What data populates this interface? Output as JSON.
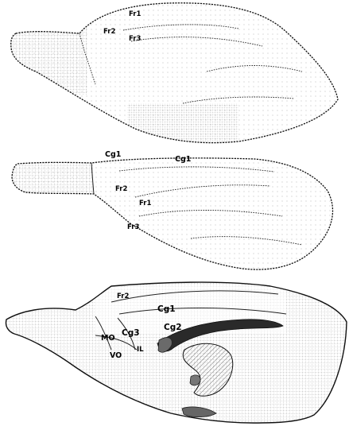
{
  "panels": [
    {
      "id": "top",
      "labels": {
        "fr1": "Fr1",
        "fr2": "Fr2",
        "fr3": "Fr3"
      }
    },
    {
      "id": "middle",
      "labels": {
        "cg1_left": "Cg1",
        "cg1_right": "Cg1",
        "fr2": "Fr2",
        "fr1": "Fr1",
        "fr3": "Fr3"
      }
    },
    {
      "id": "bottom",
      "labels": {
        "fr2": "Fr2",
        "cg1": "Cg1",
        "mo": "MO",
        "cg3": "Cg3",
        "cg2": "Cg2",
        "vo": "VO",
        "il": "IL"
      }
    }
  ],
  "colors": {
    "outline": "#111111",
    "hatch": "#666666",
    "shaded": "#555555",
    "background": "#ffffff"
  }
}
